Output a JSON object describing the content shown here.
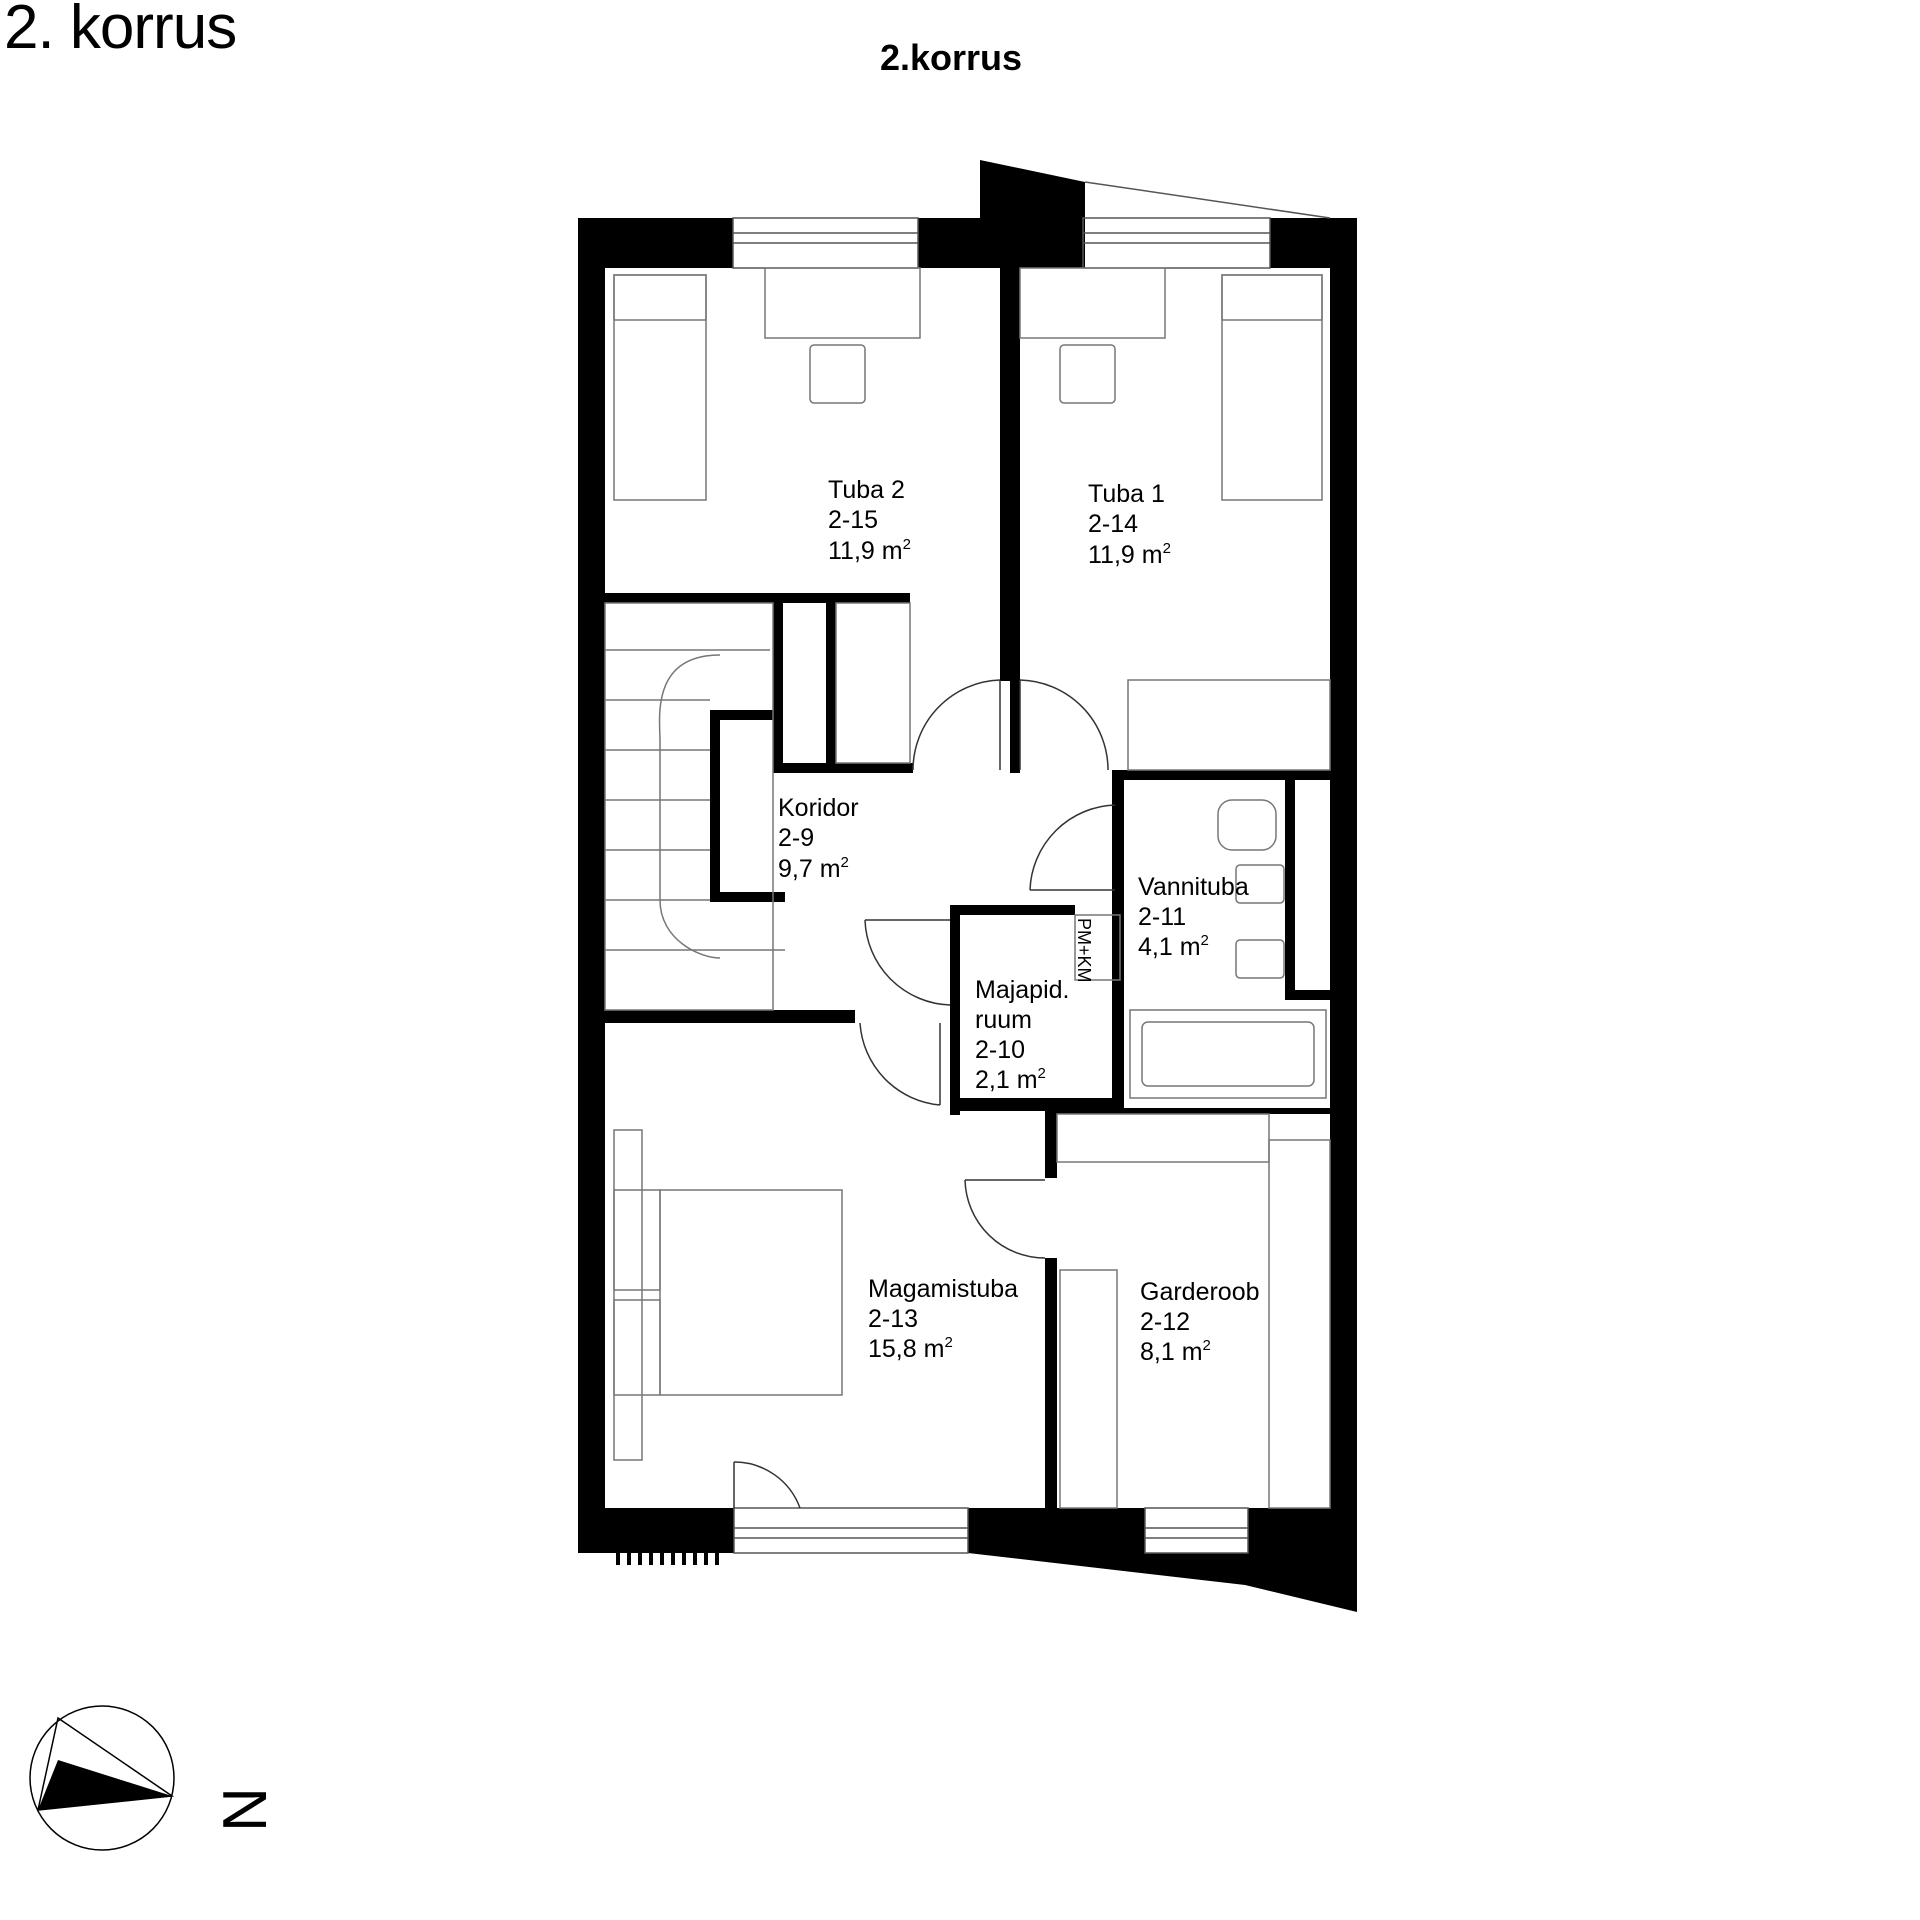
{
  "page": {
    "title": "2. korrus",
    "plan_title": "2.korrus"
  },
  "rooms": [
    {
      "name": "Tuba 2",
      "code": "2-15",
      "area": "11,9",
      "unit": "m",
      "exp": "2"
    },
    {
      "name": "Tuba 1",
      "code": "2-14",
      "area": "11,9",
      "unit": "m",
      "exp": "2"
    },
    {
      "name": "Koridor",
      "code": "2-9",
      "area": "9,7",
      "unit": "m",
      "exp": "2"
    },
    {
      "name": "Vannituba",
      "code": "2-11",
      "area": "4,1",
      "unit": "m",
      "exp": "2"
    },
    {
      "name": "Majapid.",
      "name2": "ruum",
      "code": "2-10",
      "area": "2,1",
      "unit": "m",
      "exp": "2"
    },
    {
      "name": "Magamistuba",
      "code": "2-13",
      "area": "15,8",
      "unit": "m",
      "exp": "2"
    },
    {
      "name": "Garderoob",
      "code": "2-12",
      "area": "8,1",
      "unit": "m",
      "exp": "2"
    }
  ],
  "labels": {
    "utility": "PM+KM",
    "north": "N"
  },
  "colors": {
    "wall": "#000000",
    "line": "#555555",
    "background": "#ffffff"
  }
}
